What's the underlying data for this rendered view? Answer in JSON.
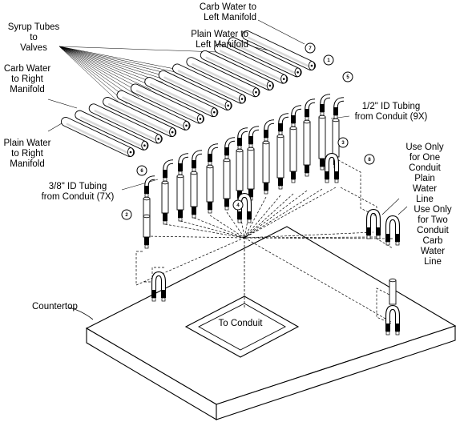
{
  "labels": {
    "syrup_tubes": [
      "Syrup Tubes",
      "to",
      "Valves"
    ],
    "carb_left": [
      "Carb Water to",
      "Left Manifold"
    ],
    "plain_left": [
      "Plain Water to",
      "Left Manifold"
    ],
    "carb_right": [
      "Carb Water",
      "to Right",
      "Manifold"
    ],
    "plain_right": [
      "Plain Water",
      "to Right",
      "Manifold"
    ],
    "half_inch": [
      "1/2\" ID Tubing",
      "from Conduit (9X)"
    ],
    "three_eighths": [
      "3/8\" ID Tubing",
      "from Conduit (7X)"
    ],
    "use_one": [
      "Use Only",
      "for One",
      "Conduit",
      "Plain",
      "Water",
      "Line"
    ],
    "use_two": [
      "Use Only",
      "for Two",
      "Conduit",
      "Carb",
      "Water",
      "Line"
    ],
    "countertop": "Countertop",
    "to_conduit": "To Conduit"
  },
  "callouts": [
    "1",
    "2",
    "3",
    "4",
    "5",
    "6",
    "7",
    "8"
  ],
  "colors": {
    "line": "#000000",
    "tube_fill": "#ffffff",
    "tube_shade": "#d9d9d9",
    "background": "#ffffff"
  }
}
